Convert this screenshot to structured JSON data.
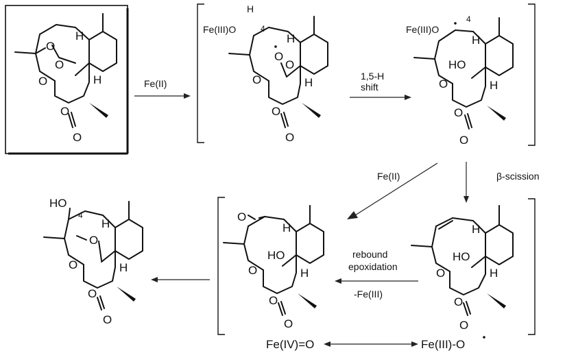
{
  "reagents": {
    "step1": "Fe(II)",
    "step2_line1": "1,5-H",
    "step2_line2": "shift",
    "step3": "Fe(II)",
    "step4": "β-scission",
    "step5_line1": "rebound",
    "step5_line2": "epoxidation",
    "step5_line3": "-Fe(III)"
  },
  "atoms": {
    "O": "O",
    "H": "H",
    "HO": "HO",
    "locant_4": "4",
    "fe3o": "Fe(III)O"
  },
  "equilibrium": {
    "left": "Fe(IV)=O",
    "right": "Fe(III)-O"
  }
}
